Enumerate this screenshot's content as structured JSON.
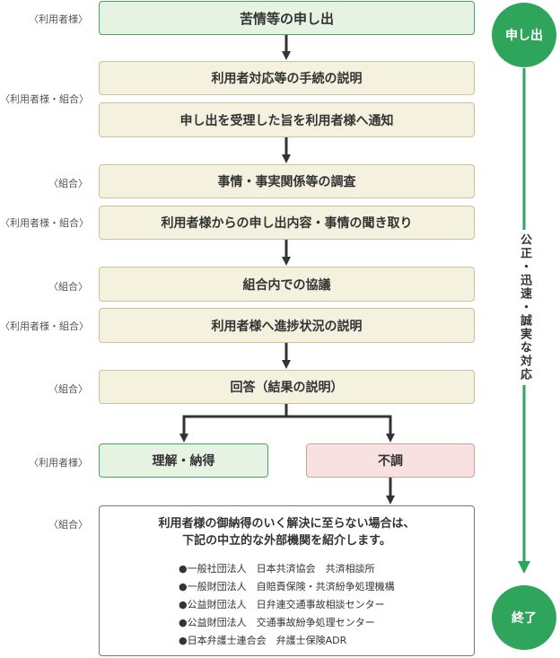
{
  "steps": [
    {
      "label": "〈利用者様〉",
      "text": "苦情等の申し出"
    },
    {
      "label": "〈利用者様・組合〉",
      "text": "利用者対応等の手続の説明"
    },
    {
      "label": "",
      "text": "申し出を受理した旨を利用者様へ通知"
    },
    {
      "label": "〈組合〉",
      "text": "事情・事実関係等の調査"
    },
    {
      "label": "〈利用者様・組合〉",
      "text": "利用者様からの申し出内容・事情の聞き取り"
    },
    {
      "label": "〈組合〉",
      "text": "組合内での協議"
    },
    {
      "label": "〈利用者様・組合〉",
      "text": "利用者様へ進捗状況の説明"
    },
    {
      "label": "〈組合〉",
      "text": "回答（結果の説明）"
    }
  ],
  "branch": {
    "label": "〈利用者様〉",
    "left": "理解・納得",
    "right": "不調"
  },
  "note": {
    "label": "〈組合〉",
    "line1": "利用者様の御納得のいく解決に至らない場合は、",
    "line2": "下記の中立的な外部機関を紹介します。",
    "items": [
      "●一般社団法人　日本共済協会　共済相談所",
      "●一般財団法人　自賠責保険・共済紛争処理機構",
      "●公益財団法人　日弁連交通事故相談センター",
      "●公益財団法人　交通事故紛争処理センター",
      "●日本弁護士連合会　弁護士保険ADR"
    ]
  },
  "side": {
    "start": "申し出",
    "end": "終了",
    "middle": "公正・迅速・誠実な対応"
  },
  "colors": {
    "green": "#2fa45b",
    "box": "#f4f1df",
    "ok": "#e6f3e2",
    "ng": "#f7e1e1"
  }
}
